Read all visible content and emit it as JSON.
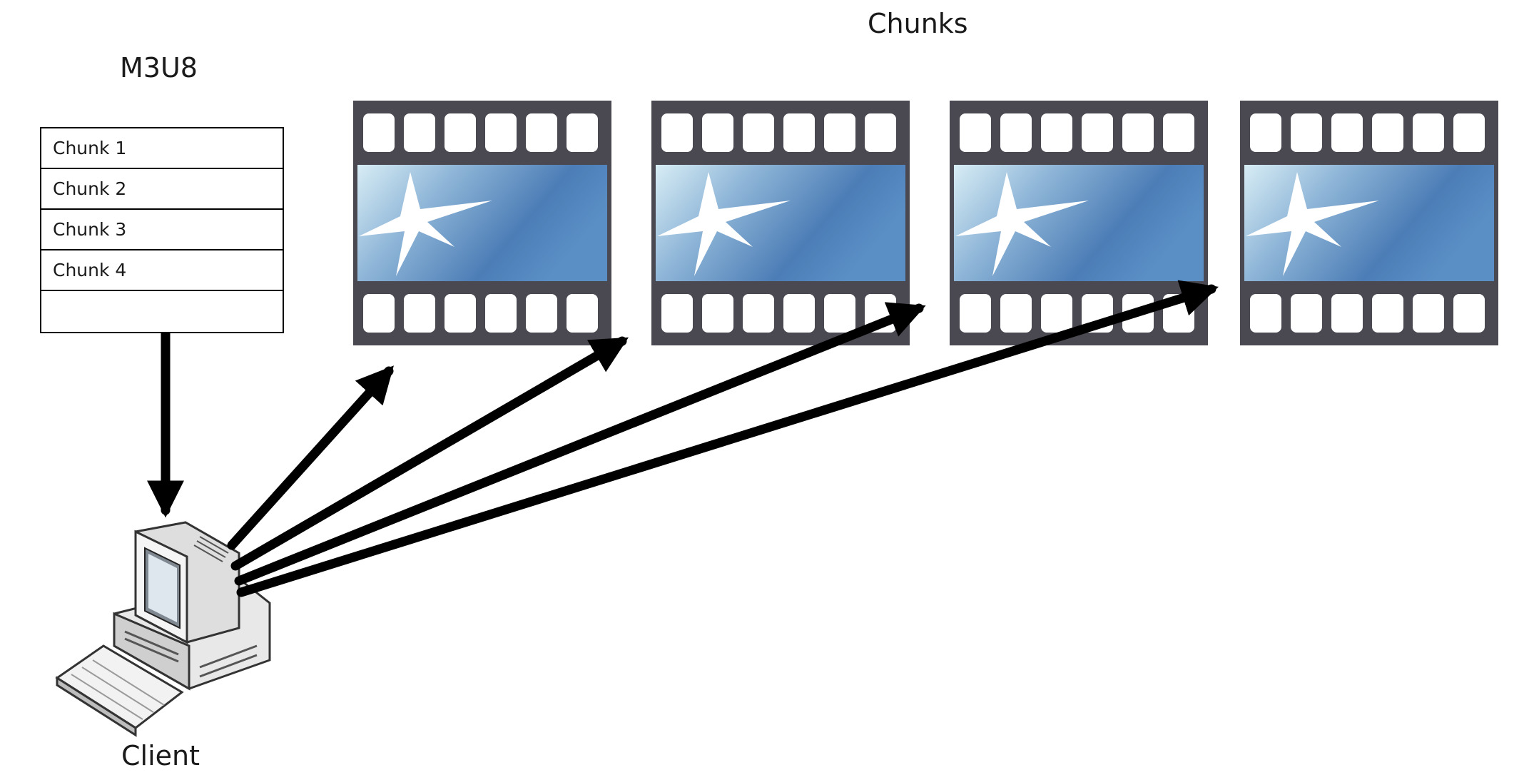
{
  "titles": {
    "playlist": "M3U8",
    "chunks": "Chunks",
    "client": "Client"
  },
  "playlist": {
    "entries": [
      "Chunk 1",
      "Chunk 2",
      "Chunk 3",
      "Chunk 4",
      ""
    ]
  },
  "chunks": [
    {
      "icon": "film-strip-icon"
    },
    {
      "icon": "film-strip-icon"
    },
    {
      "icon": "film-strip-icon"
    },
    {
      "icon": "film-strip-icon"
    }
  ],
  "colors": {
    "film_frame": "#4a4850",
    "film_band_light": "#c9e4f0",
    "film_band_dark": "#4a7fb8",
    "arrow": "#000000"
  }
}
